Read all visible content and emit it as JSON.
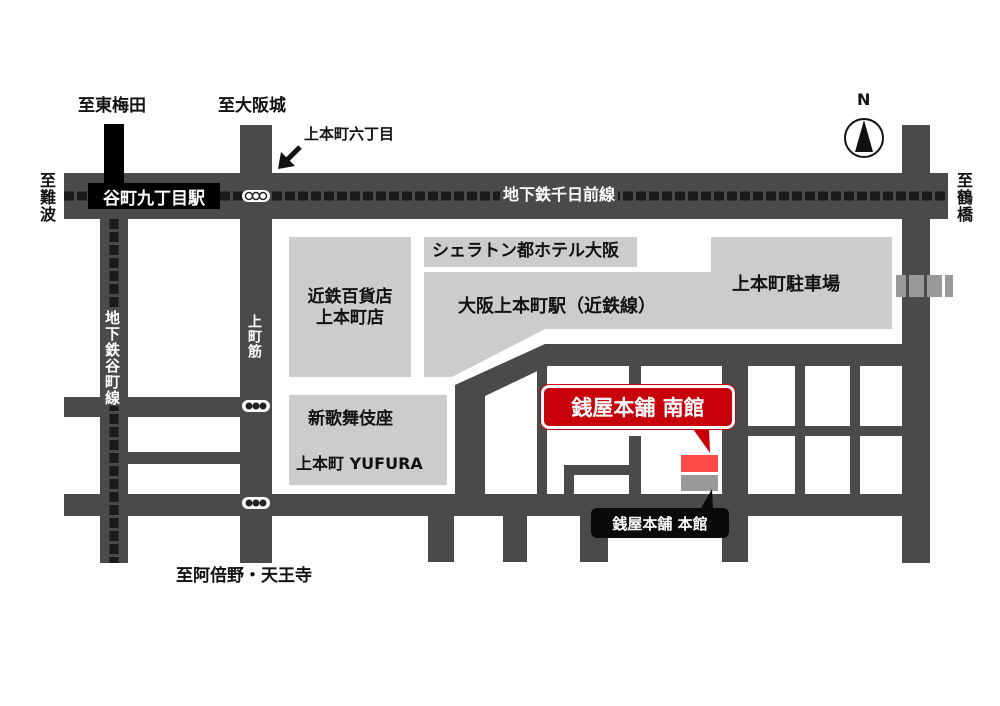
{
  "map": {
    "colors": {
      "road": "#4a4a4a",
      "road_edge": "#3a3a3a",
      "building": "#cccccc",
      "subway_dash": "#1a1a1a",
      "highlight_red": "#c8000a",
      "south_annex_block": "#ff4a4a",
      "main_store_block": "#999999",
      "background": "#ffffff"
    },
    "compass": {
      "label": "N"
    },
    "directions": {
      "to_higashi_umeda": "至東梅田",
      "to_osaka_castle": "至大阪城",
      "to_namba": "至難波",
      "to_tsuruhashi": "至鶴橋",
      "to_abeno_tennoji": "至阿倍野・天王寺"
    },
    "intersection_label": "上本町六丁目",
    "lines": {
      "sennichimae_line": "地下鉄千日前線",
      "tanimachi_line": "地下鉄谷町線",
      "uemachi_suji": "上町筋"
    },
    "stations": {
      "tanimachi_9chome": "谷町九丁目駅"
    },
    "buildings": {
      "kintetsu_dept_line1": "近鉄百貨店",
      "kintetsu_dept_line2": "上本町店",
      "sheraton": "シェラトン都ホテル大阪",
      "uehommachi_station": "大阪上本町駅（近鉄線）",
      "parking": "上本町駐車場",
      "shinkabukiza": "新歌舞伎座",
      "yufura": "上本町 YUFURA"
    },
    "markers": {
      "south_annex": "銭屋本舗 南館",
      "main_store": "銭屋本舗 本館"
    }
  }
}
